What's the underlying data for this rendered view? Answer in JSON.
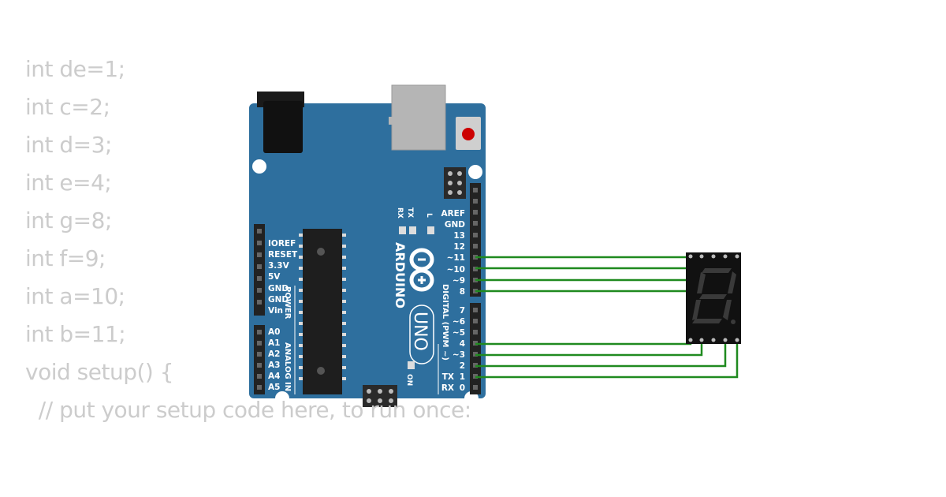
{
  "code_lines": [
    "int de=1;",
    "int c=2;",
    "int d=3;",
    "int e=4;",
    "int g=8;",
    "int f=9;",
    "int a=10;",
    "int b=11;",
    "void setup() {",
    "  // put your setup code here, to run once:"
  ],
  "board": {
    "brand": "ARDUINO",
    "model": "UNO",
    "digital_label": "DIGITAL (PWM ~)",
    "power_label": "POWER",
    "analog_label": "ANALOG IN",
    "on_label": "ON",
    "tx_label": "TX",
    "rx_label": "RX",
    "l_label": "L",
    "power_pins": [
      "IOREF",
      "RESET",
      "3.3V",
      "5V",
      "GND",
      "GND",
      "Vin"
    ],
    "analog_pins": [
      "A0",
      "A1",
      "A2",
      "A3",
      "A4",
      "A5"
    ],
    "digital_top_labels": [
      "AREF",
      "GND",
      "13",
      "12",
      "~11",
      "~10",
      "~9",
      "8"
    ],
    "digital_bottom_labels": [
      "7",
      "~6",
      "~5",
      "4",
      "~3",
      "2",
      "TX",
      "RX"
    ],
    "digital_bottom_numbers": [
      "1",
      "0"
    ]
  },
  "colors": {
    "board": "#2e6f9e",
    "code_text": "#cccccc",
    "wire": "#1f8a1f",
    "display_body": "#111111",
    "segment_off": "#3a3a3a",
    "reset_button": "#cc0000"
  }
}
